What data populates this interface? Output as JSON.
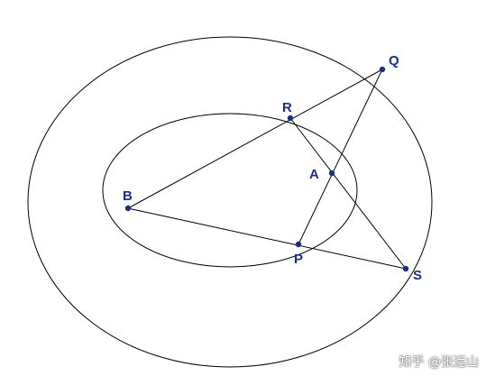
{
  "diagram": {
    "labels": {
      "Q": "Q",
      "R": "R",
      "A": "A",
      "B": "B",
      "P": "P",
      "S": "S"
    },
    "watermark": "知乎 @张远山",
    "colors": {
      "point": "#1f2d8a",
      "label": "#1f2d8a",
      "line": "#000000"
    }
  }
}
